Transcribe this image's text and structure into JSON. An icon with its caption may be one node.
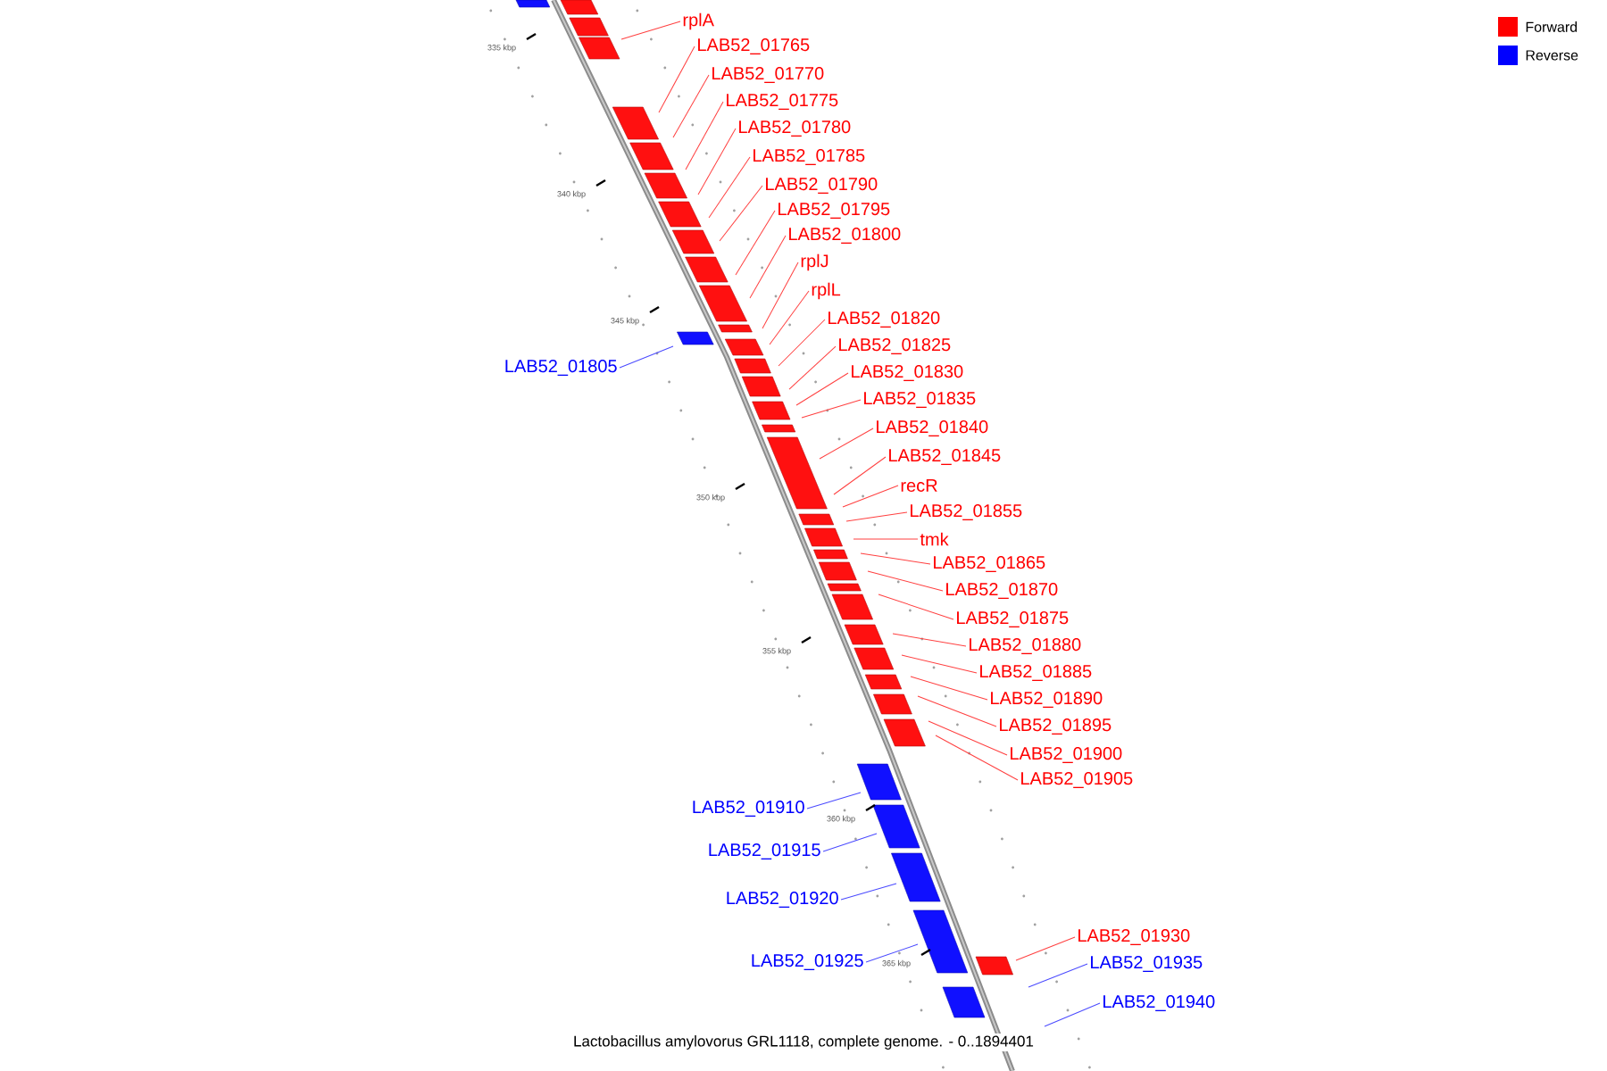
{
  "diagram": {
    "caption": "Lactobacillus amylovorus GRL1118, complete genome. - 0..1894401",
    "nodes": [
      {
        "text": [
          "rplA"
        ]
      },
      {
        "text": [
          "LAB52_01765"
        ]
      },
      {
        "text": [
          "LAB52_01770"
        ]
      },
      {
        "text": [
          "LAB52_01775"
        ]
      },
      {
        "text": [
          "LAB52_01780"
        ]
      },
      {
        "text": [
          "LAB52_01785"
        ]
      },
      {
        "text": [
          "LAB52_01790"
        ]
      },
      {
        "text": [
          "LAB52_01795"
        ]
      },
      {
        "text": [
          "LAB52_01800"
        ]
      },
      {
        "text": [
          "rplJ"
        ]
      },
      {
        "text": [
          "rplL"
        ]
      },
      {
        "text": [
          "LAB52_01820"
        ]
      },
      {
        "text": [
          "LAB52_01825"
        ]
      },
      {
        "text": [
          "LAB52_01805"
        ]
      },
      {
        "text": [
          "LAB52_01830"
        ]
      },
      {
        "text": [
          "LAB52_01835"
        ]
      },
      {
        "text": [
          "LAB52_01840"
        ]
      },
      {
        "text": [
          "LAB52_01845"
        ]
      },
      {
        "text": [
          "recR"
        ]
      },
      {
        "text": [
          "LAB52_01855"
        ]
      },
      {
        "text": [
          "tmk"
        ]
      },
      {
        "text": [
          "LAB52_01865"
        ]
      },
      {
        "text": [
          "LAB52_01870"
        ]
      },
      {
        "text": [
          "LAB52_01875"
        ]
      },
      {
        "text": [
          "LAB52_01880"
        ]
      },
      {
        "text": [
          "LAB52_01885"
        ]
      },
      {
        "text": [
          "LAB52_01890"
        ]
      },
      {
        "text": [
          "LAB52_01895"
        ]
      },
      {
        "text": [
          "LAB52_01900"
        ]
      },
      {
        "text": [
          "LAB52_01905"
        ]
      },
      {
        "text": [
          "LAB52_01910"
        ]
      },
      {
        "text": [
          "LAB52_01915"
        ]
      },
      {
        "text": [
          "LAB52_01920"
        ]
      },
      {
        "text": [
          "LAB52_01925"
        ]
      },
      {
        "text": [
          "LAB52_01930"
        ]
      },
      {
        "text": [
          "LAB52_01935"
        ]
      },
      {
        "text": [
          "LAB52_01940"
        ]
      }
    ],
    "edges": [
      {
        "from": 0,
        "to": null,
        "arrow": "none"
      },
      {
        "from": 1,
        "to": null,
        "arrow": "none"
      },
      {
        "from": 2,
        "to": null,
        "arrow": "none"
      },
      {
        "from": 3,
        "to": null,
        "arrow": "none"
      },
      {
        "from": 4,
        "to": null,
        "arrow": "none"
      },
      {
        "from": 5,
        "to": null,
        "arrow": "none"
      },
      {
        "from": 6,
        "to": null,
        "arrow": "none"
      },
      {
        "from": 7,
        "to": null,
        "arrow": "none"
      },
      {
        "from": 8,
        "to": null,
        "arrow": "none"
      },
      {
        "from": 9,
        "to": null,
        "arrow": "none"
      },
      {
        "from": 10,
        "to": null,
        "arrow": "none"
      },
      {
        "from": 11,
        "to": null,
        "arrow": "none"
      },
      {
        "from": 12,
        "to": null,
        "arrow": "none"
      },
      {
        "from": 13,
        "to": null,
        "arrow": "none",
        "color": "#4a4aff"
      },
      {
        "from": 14,
        "to": null,
        "arrow": "none"
      },
      {
        "from": 15,
        "to": null,
        "arrow": "none"
      },
      {
        "from": 16,
        "to": null,
        "arrow": "none"
      },
      {
        "from": 17,
        "to": null,
        "arrow": "none"
      },
      {
        "from": 18,
        "to": null,
        "arrow": "none"
      },
      {
        "from": 19,
        "to": null,
        "arrow": "none"
      },
      {
        "from": 20,
        "to": null,
        "arrow": "none"
      },
      {
        "from": 21,
        "to": null,
        "arrow": "none"
      },
      {
        "from": 22,
        "to": null,
        "arrow": "none"
      },
      {
        "from": 23,
        "to": null,
        "arrow": "none"
      },
      {
        "from": 24,
        "to": null,
        "arrow": "none"
      },
      {
        "from": 25,
        "to": null,
        "arrow": "none"
      },
      {
        "from": 26,
        "to": null,
        "arrow": "none"
      },
      {
        "from": 27,
        "to": null,
        "arrow": "none"
      },
      {
        "from": 28,
        "to": null,
        "arrow": "none"
      },
      {
        "from": 29,
        "to": null,
        "arrow": "none"
      },
      {
        "from": 30,
        "to": null,
        "arrow": "none",
        "color": "#4a4aff"
      },
      {
        "from": 31,
        "to": null,
        "arrow": "none",
        "color": "#4a4aff"
      },
      {
        "from": 32,
        "to": null,
        "arrow": "none",
        "color": "#4a4aff"
      },
      {
        "from": 33,
        "to": null,
        "arrow": "none",
        "color": "#4a4aff"
      },
      {
        "from": 34,
        "to": null,
        "arrow": "none"
      },
      {
        "from": 35,
        "to": null,
        "arrow": "none",
        "color": "#4a4aff"
      },
      {
        "from": 36,
        "to": null,
        "arrow": "none",
        "color": "#4a4aff"
      }
    ],
    "labels": [
      "335 kbp",
      "340 kbp",
      "345 kbp",
      "350 kbp",
      "355 kbp",
      "360 kbp",
      "365 kbp"
    ],
    "legend": [
      {
        "text": "Forward",
        "color": "#ff0000"
      },
      {
        "text": "Reverse",
        "color": "#0000ff"
      }
    ]
  }
}
